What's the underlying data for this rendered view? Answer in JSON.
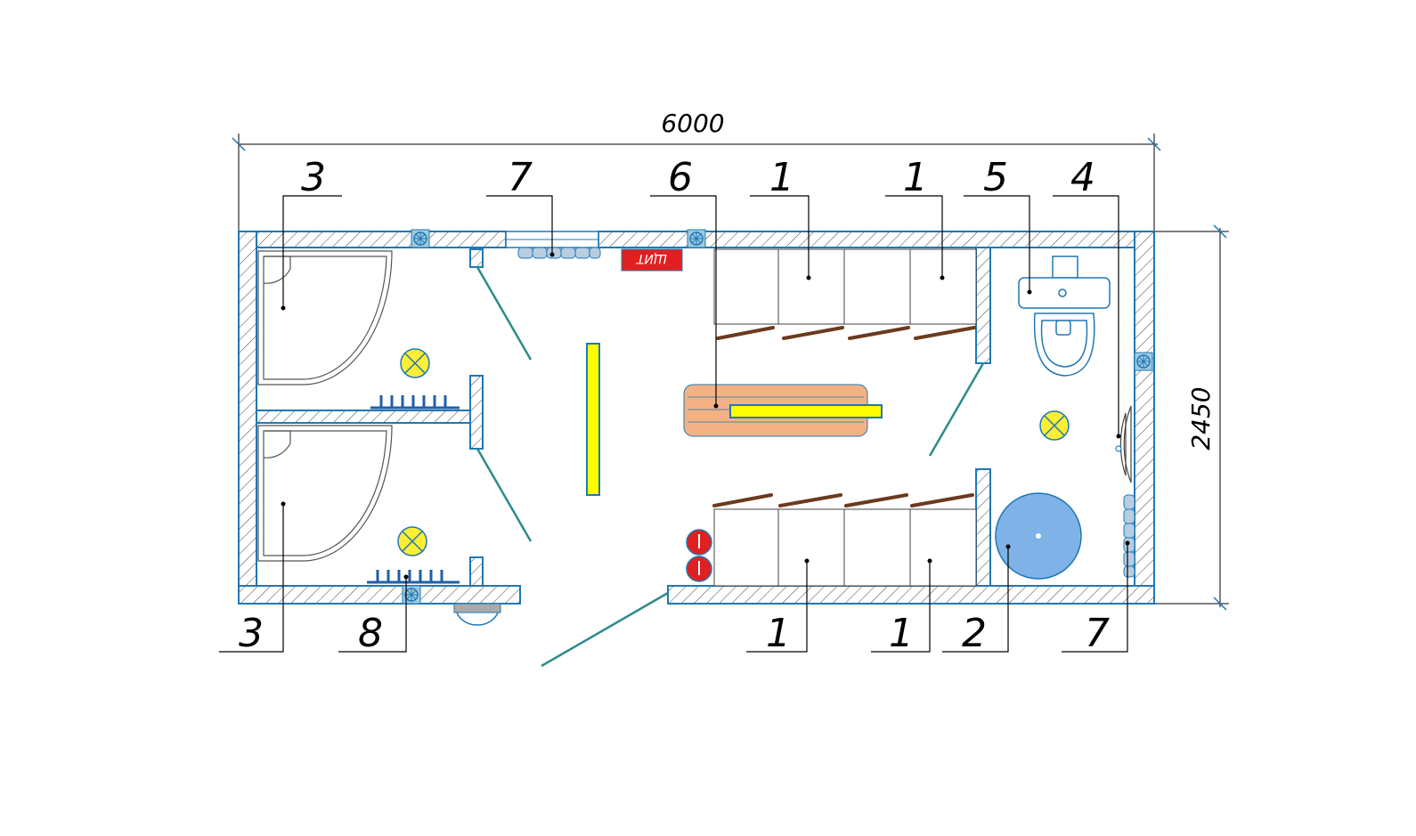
{
  "plan": {
    "dimensions": {
      "width": "6000",
      "height": "2450"
    },
    "panel_label": "ЩИТ",
    "callouts": [
      {
        "key": "c-3-top",
        "label": "3"
      },
      {
        "key": "c-7-top",
        "label": "7"
      },
      {
        "key": "c-6",
        "label": "6"
      },
      {
        "key": "c-1-top-a",
        "label": "1"
      },
      {
        "key": "c-1-top-b",
        "label": "1"
      },
      {
        "key": "c-5",
        "label": "5"
      },
      {
        "key": "c-4",
        "label": "4"
      },
      {
        "key": "c-3-bottom",
        "label": "3"
      },
      {
        "key": "c-8",
        "label": "8"
      },
      {
        "key": "c-1-bottom-a",
        "label": "1"
      },
      {
        "key": "c-1-bottom-b",
        "label": "1"
      },
      {
        "key": "c-2",
        "label": "2"
      },
      {
        "key": "c-7-bottom",
        "label": "7"
      }
    ]
  },
  "colors": {
    "wall": "#1f78b4",
    "door_swing": "#2e8b8b",
    "bench_wood": "#f4b183",
    "bench_bar": "#ffff00",
    "panel": "#e02020",
    "boiler": "#7fb2e6",
    "heater": "#1f5fa8",
    "locker_door": "#6b3a1e",
    "lamp": "#ffee33"
  }
}
